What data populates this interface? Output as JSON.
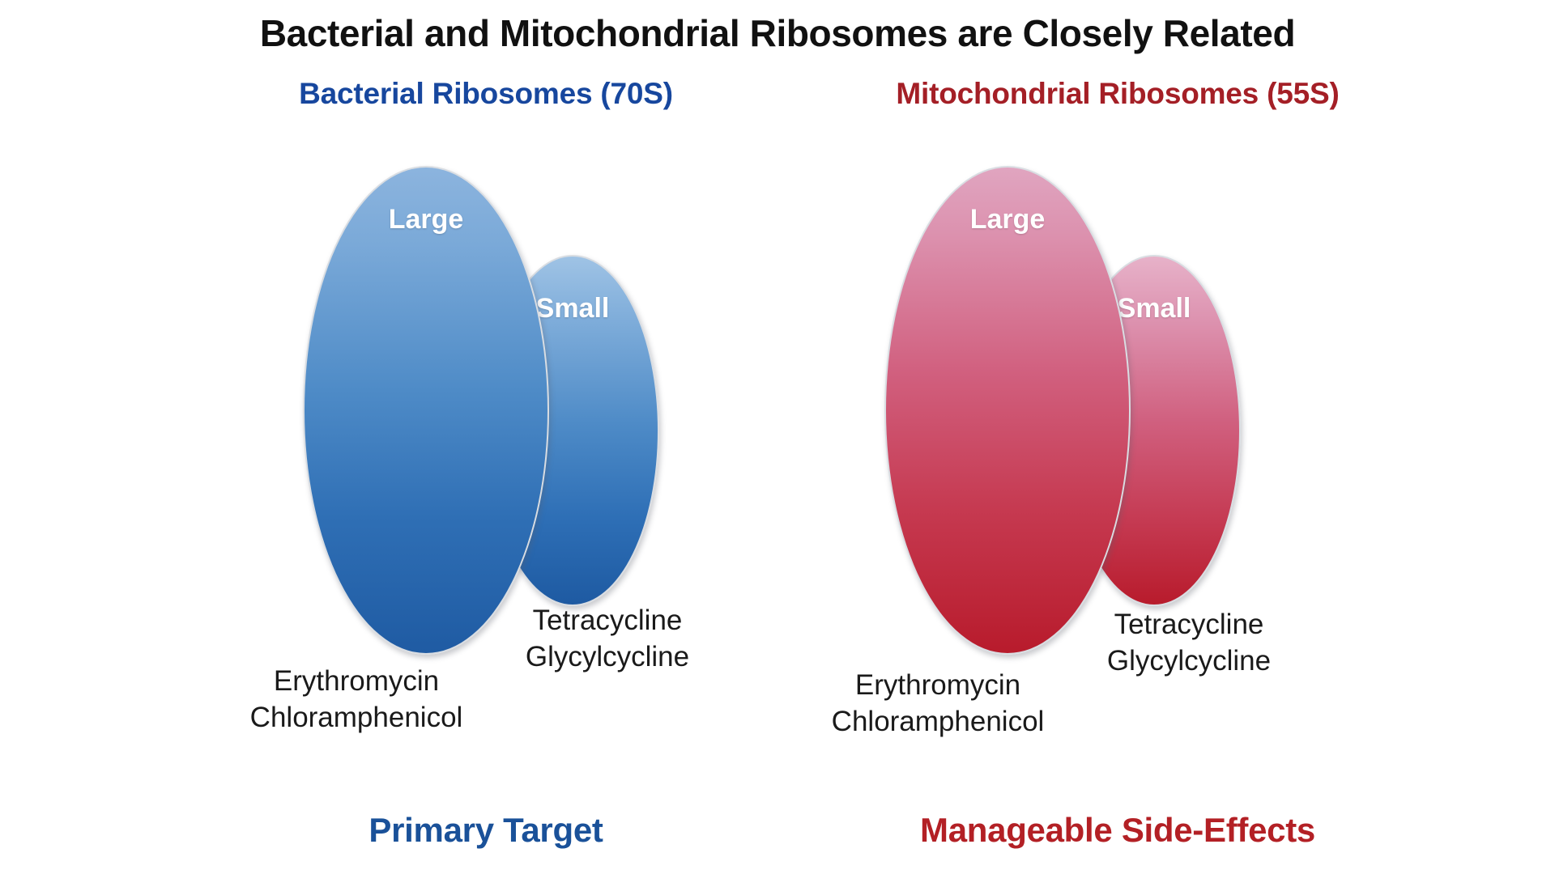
{
  "title": "Bacterial and Mitochondrial Ribosomes are Closely Related",
  "colors": {
    "bacterial_accent": "#17479e",
    "bacterial_footer": "#1a5199",
    "mitochondrial_accent": "#a41f26",
    "mitochondrial_footer": "#b32025",
    "background": "#ffffff",
    "text": "#1a1a1a",
    "ellipse_border": "#d9dde2"
  },
  "panels": [
    {
      "id": "bacterial",
      "heading": "Bacterial Ribosomes (70S)",
      "footer": "Primary Target",
      "subunits": [
        {
          "name": "large",
          "label": "Large"
        },
        {
          "name": "small",
          "label": "Small"
        }
      ],
      "drugs_large": [
        "Erythromycin",
        "Chloramphenicol"
      ],
      "drugs_small": [
        "Tetracycline",
        "Glycylcycline"
      ]
    },
    {
      "id": "mitochondrial",
      "heading": "Mitochondrial Ribosomes (55S)",
      "footer": "Manageable Side-Effects",
      "subunits": [
        {
          "name": "large",
          "label": "Large"
        },
        {
          "name": "small",
          "label": "Small"
        }
      ],
      "drugs_large": [
        "Erythromycin",
        "Chloramphenicol"
      ],
      "drugs_small": [
        "Tetracycline",
        "Glycylcycline"
      ]
    }
  ]
}
